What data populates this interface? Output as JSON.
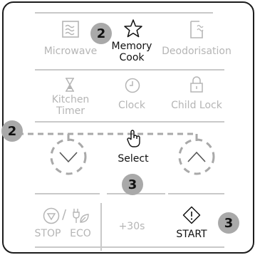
{
  "buttons": {
    "microwave": "Microwave",
    "memory_cook_line1": "Memory",
    "memory_cook_line2": "Cook",
    "deodorisation": "Deodorisation",
    "kitchen_timer_line1": "Kitchen",
    "kitchen_timer_line2": "Timer",
    "clock": "Clock",
    "child_lock": "Child Lock",
    "select": "Select",
    "stop": "STOP",
    "eco": "ECO",
    "stop_eco_separator": "/",
    "plus30s": "+30s",
    "start": "START"
  },
  "callouts": {
    "memory_cook": "2",
    "arrow_row": "2",
    "select": "3",
    "start": "3"
  },
  "colors": {
    "border": "#1c1c1c",
    "dim_text": "#b5b5b5",
    "active_text": "#111111",
    "divider": "#c9c9c9",
    "callout_bg": "#a9a9a9",
    "dashed": "#a9a9a9"
  },
  "icons": {
    "microwave": "microwave-waves-icon",
    "memory_cook": "star-icon",
    "deodorisation": "deodorisation-icon",
    "kitchen_timer": "hourglass-icon",
    "clock": "clock-icon",
    "child_lock": "padlock-icon",
    "down": "chevron-down-icon",
    "select": "hand-pointer-icon",
    "up": "chevron-up-icon",
    "stop": "stop-icon",
    "eco": "eco-icon",
    "start": "start-icon"
  }
}
